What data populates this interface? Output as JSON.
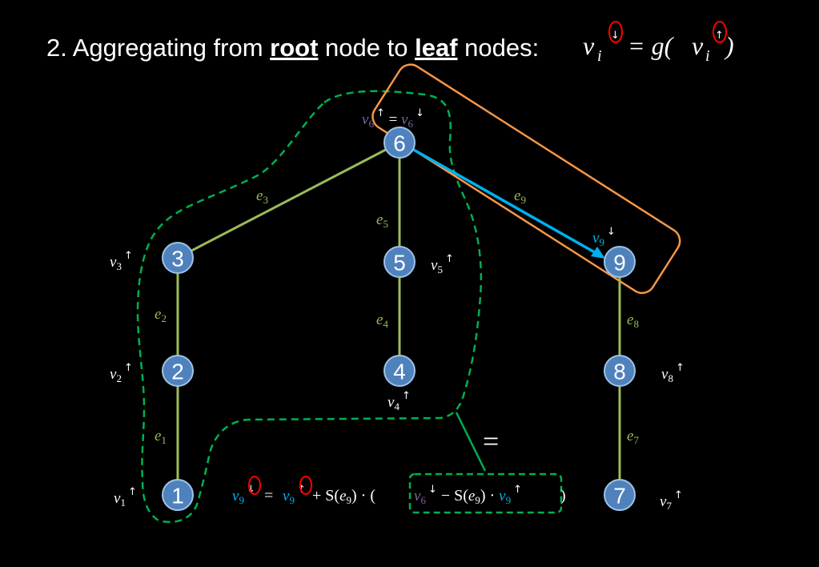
{
  "title": {
    "prefix": "2. Aggregating from ",
    "word1": "root",
    "middle": " node to ",
    "word2": "leaf",
    "suffix": " nodes: ",
    "formula_v": "v",
    "formula_sub": "i",
    "formula_down": "↓",
    "formula_eq": " = g(",
    "formula_v2": "v",
    "formula_sub2": "i",
    "formula_up": "↑",
    "formula_close": ")"
  },
  "colors": {
    "node_fill": "#4f81bd",
    "node_stroke": "#9dc3e6",
    "edge": "#9bbb59",
    "highlight_edge": "#00b0f0",
    "orange_box": "#f79646",
    "green_dash": "#00b050",
    "purple": "#8064a2",
    "blue_text": "#00b0f0",
    "red_circle": "#ff0000"
  },
  "nodes": [
    {
      "id": "1",
      "label": "1"
    },
    {
      "id": "2",
      "label": "2"
    },
    {
      "id": "3",
      "label": "3"
    },
    {
      "id": "4",
      "label": "4"
    },
    {
      "id": "5",
      "label": "5"
    },
    {
      "id": "6",
      "label": "6"
    },
    {
      "id": "7",
      "label": "7"
    },
    {
      "id": "8",
      "label": "8"
    },
    {
      "id": "9",
      "label": "9"
    }
  ],
  "edge_labels": [
    {
      "id": "e1",
      "base": "e",
      "sub": "1"
    },
    {
      "id": "e2",
      "base": "e",
      "sub": "2"
    },
    {
      "id": "e3",
      "base": "e",
      "sub": "3"
    },
    {
      "id": "e4",
      "base": "e",
      "sub": "4"
    },
    {
      "id": "e5",
      "base": "e",
      "sub": "5"
    },
    {
      "id": "e7",
      "base": "e",
      "sub": "7"
    },
    {
      "id": "e8",
      "base": "e",
      "sub": "8"
    },
    {
      "id": "e9",
      "base": "e",
      "sub": "9"
    }
  ],
  "vertex_labels": [
    {
      "id": "v1",
      "base": "v",
      "sub": "1",
      "arrow": "↑"
    },
    {
      "id": "v2",
      "base": "v",
      "sub": "2",
      "arrow": "↑"
    },
    {
      "id": "v3",
      "base": "v",
      "sub": "3",
      "arrow": "↑"
    },
    {
      "id": "v4",
      "base": "v",
      "sub": "4",
      "arrow": "↑"
    },
    {
      "id": "v5",
      "base": "v",
      "sub": "5",
      "arrow": "↑"
    },
    {
      "id": "v7",
      "base": "v",
      "sub": "7",
      "arrow": "↑"
    },
    {
      "id": "v8",
      "base": "v",
      "sub": "8",
      "arrow": "↑"
    }
  ],
  "root_eq": {
    "left_v": "v",
    "left_sub": "6",
    "left_arrow": "↑",
    "eq": " = ",
    "right_v": "v",
    "right_sub": "6",
    "right_arrow": "↓"
  },
  "v9_label": {
    "base": "v",
    "sub": "9",
    "arrow": "↓"
  },
  "equals_sign": "=",
  "bottom_formula": {
    "v9": "v",
    "v9_sub": "9",
    "down": "↓",
    "eq": "=",
    "v9b": "v",
    "v9b_sub": "9",
    "up": "↑",
    "plus_s": " + S(",
    "e9": "e",
    "e9_sub": "9",
    "close_dot": ") · ( ",
    "v6": "v",
    "v6_sub": "6",
    "v6_down": "↓",
    "minus": " −  S(",
    "e9b": "e",
    "e9b_sub": "9",
    "close_dot2": ") · ",
    "v9c": "v",
    "v9c_sub": "9",
    "up2": "↑",
    "end": " )"
  }
}
